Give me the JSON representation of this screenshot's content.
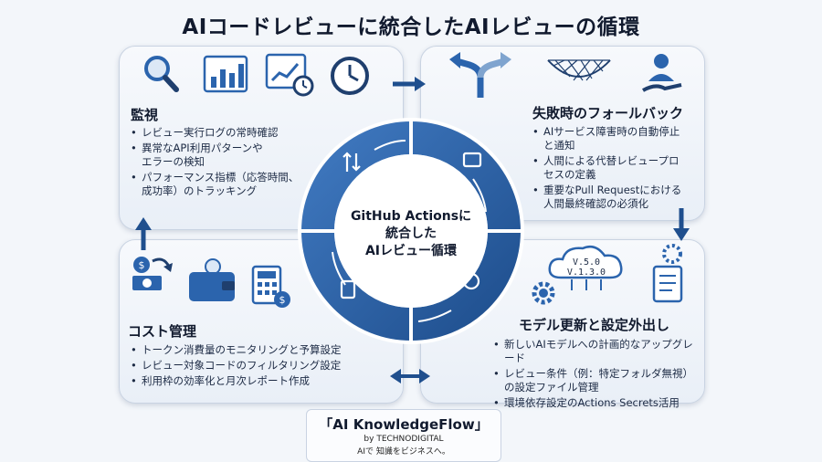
{
  "title": "AIコードレビューに統合したAIレビューの循環",
  "center_label": [
    "GitHub Actionsに",
    "統合した",
    "AIレビュー循環"
  ],
  "panels": {
    "monitoring": {
      "title": "監視",
      "items": [
        "レビュー実行ログの常時確認",
        "異常なAPI利用パターンや\nエラーの検知",
        "パフォーマンス指標（応答時間、\n成功率）のトラッキング"
      ],
      "icons": [
        "magnifier-icon",
        "bar-chart-icon",
        "line-chart-icon",
        "clock-icon"
      ]
    },
    "fallback": {
      "title": "失敗時のフォールバック",
      "items": [
        "AIサービス障害時の自動停止\nと通知",
        "人間による代替レビュープロ\nセスの定義",
        "重要なPull Requestにおける\n人間最終確認の必須化"
      ],
      "icons": [
        "split-arrow-icon",
        "safety-net-icon",
        "person-hand-icon"
      ]
    },
    "cost": {
      "title": "コスト管理",
      "items": [
        "トークン消費量のモニタリングと予算設定",
        "レビュー対象コードのフィルタリング設定",
        "利用枠の効率化と月次レポート作成"
      ],
      "icons": [
        "money-transfer-icon",
        "wallet-icon",
        "calculator-icon"
      ]
    },
    "model": {
      "title": "モデル更新と設定外出し",
      "items": [
        "新しいAIモデルへの計画的なアップグレード",
        "レビュー条件（例：特定フォルダ無視）\nの設定ファイル管理",
        "環境依存設定のActions Secrets活用"
      ],
      "versions": [
        "V.5.0",
        "V.1.3.0"
      ],
      "icons": [
        "cloud-icon",
        "gear-icon",
        "document-icon"
      ]
    }
  },
  "brand": {
    "name": "「AI KnowledgeFlow」",
    "by": "by TECHNODIGITAL",
    "tagline": "AIで 知識をビジネスへ。"
  },
  "colors": {
    "ring_dark": "#1f4f8e",
    "ring_light": "#3f78bf",
    "arrow": "#1f4f8e",
    "icon_blue": "#2b64ad"
  }
}
